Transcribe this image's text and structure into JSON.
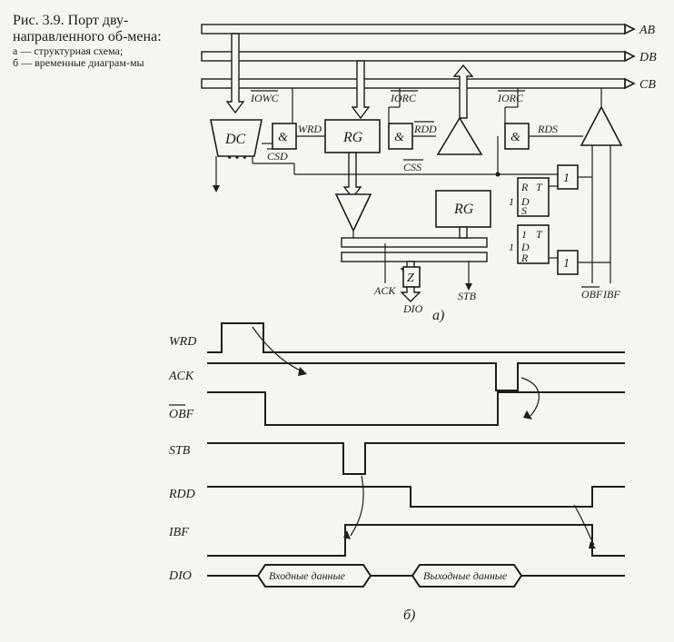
{
  "caption": {
    "title": "Рис. 3.9. Порт дву-направленного об-мена:",
    "part_a": "а — структурная схема;",
    "part_b": "б — временные диаграм-мы"
  },
  "schematic": {
    "buses": [
      "AB",
      "DB",
      "CB"
    ],
    "blocks": {
      "dc": "DC",
      "rg_out": "RG",
      "rg_in": "RG",
      "and_gate": "&",
      "or_gate": "1",
      "trigger": "T",
      "trig_r": "R",
      "trig_d": "D",
      "trig_s": "S",
      "trig_1": "1",
      "z": "Z"
    },
    "signals": {
      "iowc": "IOWC",
      "iorc": "IORC",
      "iorc2": "IORC",
      "wrd": "WRD",
      "rdd": "RDD",
      "rds": "RDS",
      "csd": "CSD",
      "css": "CSS",
      "ack": "ACK",
      "stb": "STB",
      "dio": "DIO",
      "obf": "OBF",
      "ibf": "IBF",
      "dots": "• • •"
    },
    "part_label": "а)"
  },
  "timing": {
    "part_label": "б)",
    "rows": [
      "WRD",
      "ACK",
      "OBF",
      "STB",
      "RDD",
      "IBF",
      "DIO"
    ],
    "dio_segments": [
      "Входные данные",
      "Выходные данные"
    ]
  }
}
